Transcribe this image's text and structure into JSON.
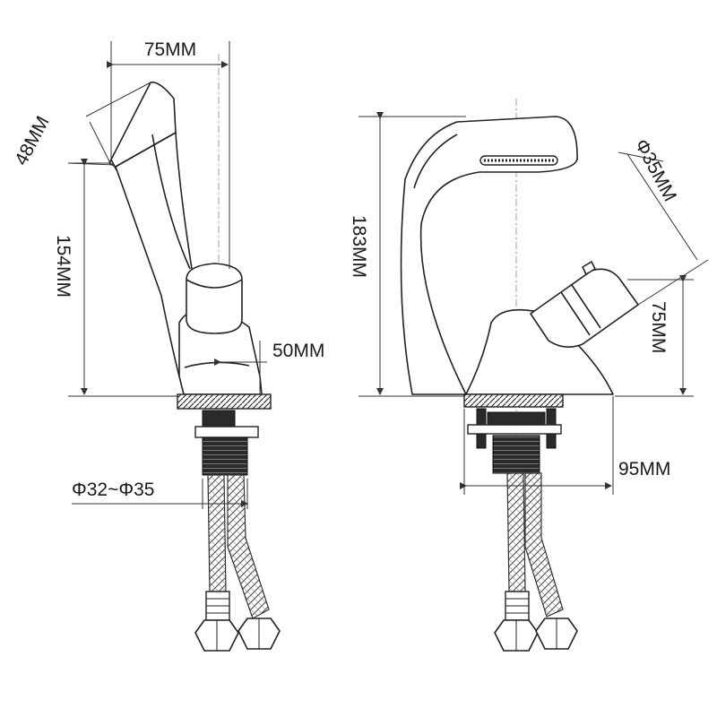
{
  "colors": {
    "line": "#222222",
    "background": "#ffffff"
  },
  "dimensions": {
    "left_top_width": "75MM",
    "left_spout_thickness": "48MM",
    "left_height": "154MM",
    "left_handle_offset": "50MM",
    "left_thread_diameter": "Φ32~Φ35",
    "right_height": "183MM",
    "right_handle_diameter": "Φ35MM",
    "right_handle_height": "75MM",
    "right_base_width": "95MM"
  }
}
